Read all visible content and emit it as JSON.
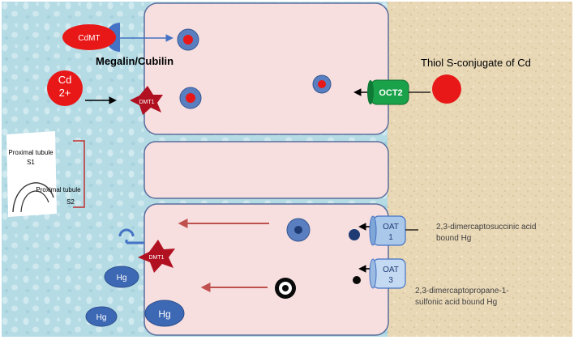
{
  "labels": {
    "cdmt": "CdMT",
    "megalin_cubilin": "Megalin/Cubilin",
    "cd_line1": "Cd",
    "cd_line2": "2+",
    "dmt1_top": "DMT1",
    "dmt1_bottom": "DMT1",
    "oct2": "OCT2",
    "thiol_conjugate": "Thiol S-conjugate of Cd",
    "proximal_s1_line1": "Proximal tubule",
    "proximal_s1_line2": "S1",
    "proximal_s2_line1": "Proximal tubule",
    "proximal_s2_line2": "S2",
    "oat1_line1": "OAT",
    "oat1_line2": "1",
    "oat3_line1": "OAT",
    "oat3_line2": "3",
    "dmsa_line1": "2,3-dimercaptosuccinic acid",
    "dmsa_line2": "bound Hg",
    "dmps_line1": "2,3-dimercaptopropane-1-",
    "dmps_line2": "sulfonic acid bound Hg",
    "hg_small_1": "Hg",
    "hg_small_2": "Hg",
    "hg_large": "Hg"
  },
  "colors": {
    "lumen": "#b8dde6",
    "interstitium": "#e8d7b5",
    "cell": "#f7dfe0",
    "cell_border": "#5a6e9c",
    "cadmium_red": "#e81818",
    "dmt1_dark_red": "#b01020",
    "oct2_green": "#1aa24a",
    "oat_blue": "#a9c8ea",
    "hg_blue": "#3d68b4",
    "arrow_dark_red": "#c0504d",
    "bracket_red": "#c0302e"
  }
}
